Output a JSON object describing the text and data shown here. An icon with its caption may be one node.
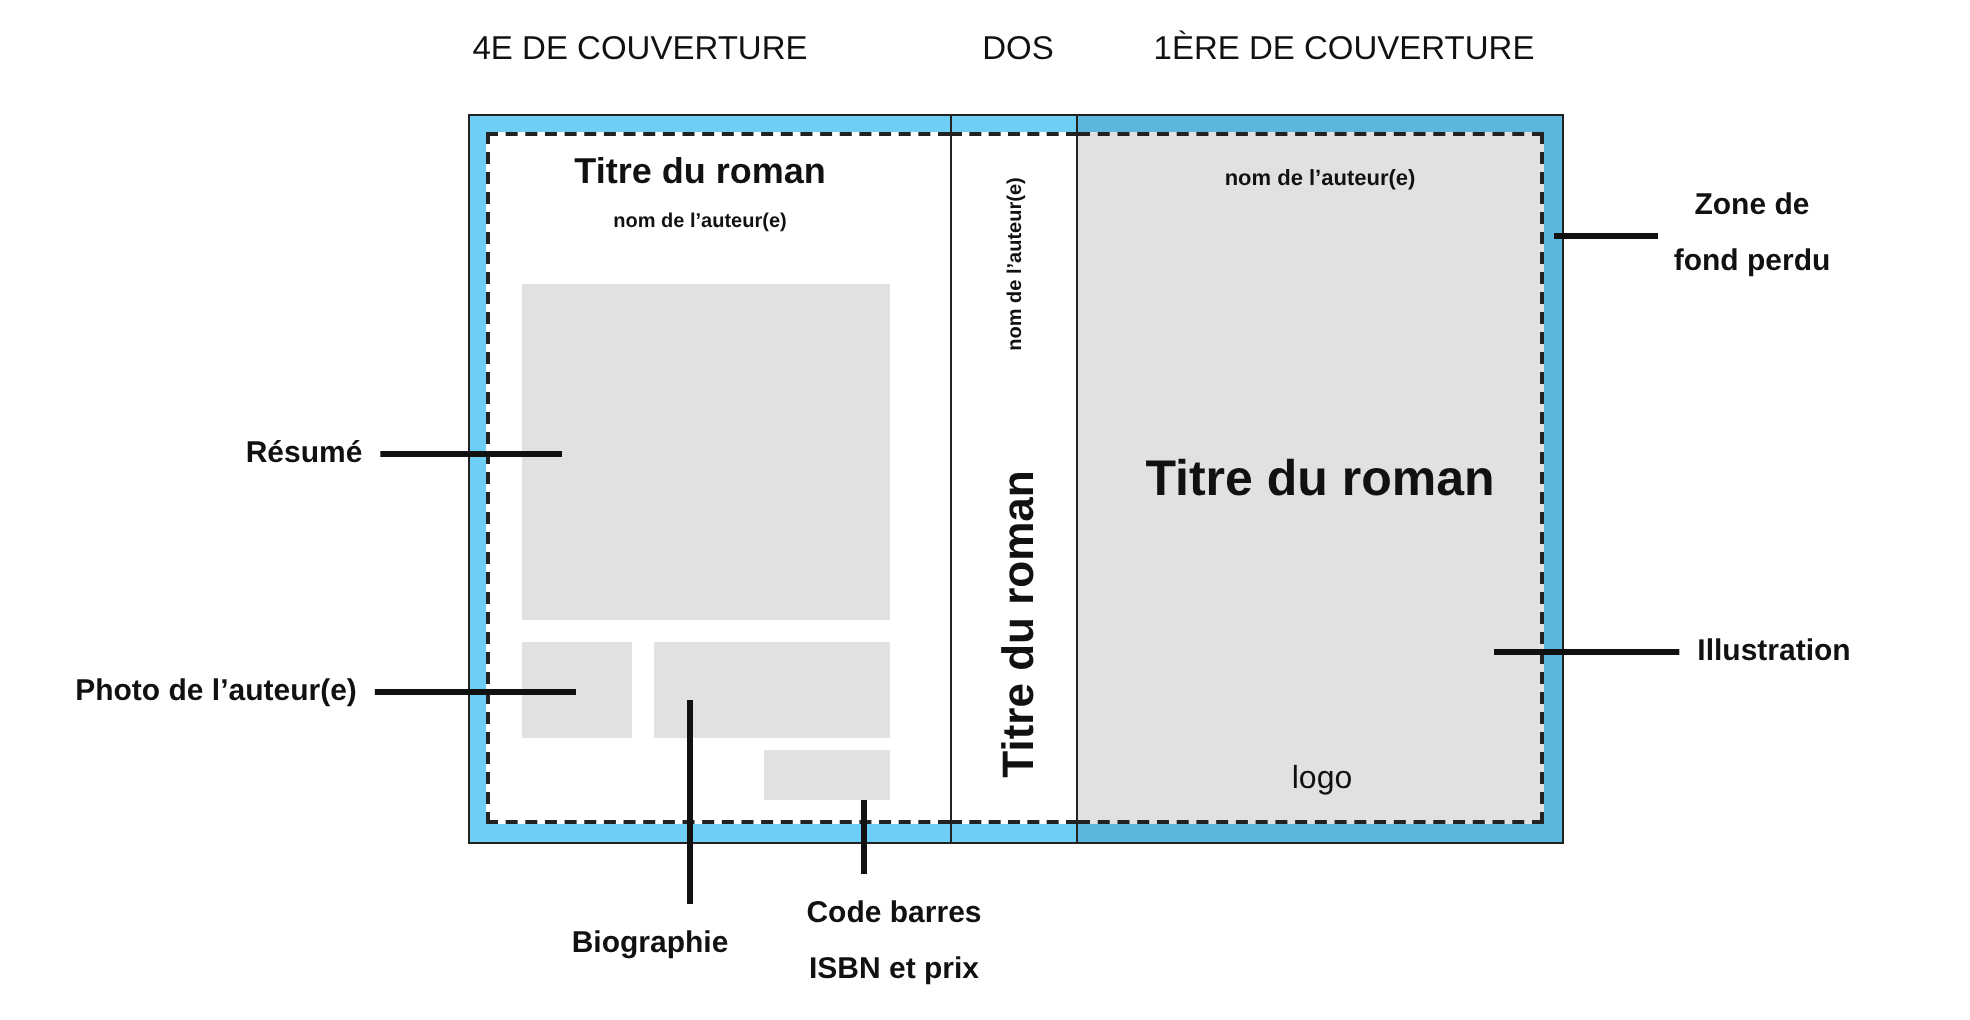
{
  "diagram": {
    "nodes": [
      {
        "text": [],
        "shape": "band"
      },
      {
        "text": [
          "4E DE COUVERTURE",
          "Titre du roman",
          "nom de l’auteur(e)"
        ],
        "in": 0
      },
      {
        "text": [],
        "shape": "box",
        "in": 1
      },
      {
        "text": [],
        "shape": "box",
        "in": 1
      },
      {
        "text": [],
        "shape": "box",
        "in": 1
      },
      {
        "text": [],
        "shape": "box",
        "in": 1
      },
      {
        "text": [
          "DOS",
          "nom de l’auteur(e)",
          "Titre du roman"
        ],
        "in": 0
      },
      {
        "text": [
          "1ÈRE DE COUVERTURE",
          "nom de l’auteur(e)",
          "Titre du roman",
          "logo"
        ],
        "in": 0
      },
      {
        "text": [
          "Zone de fond perdu"
        ]
      },
      {
        "text": [
          "Résumé"
        ]
      },
      {
        "text": [
          "Illustration"
        ]
      },
      {
        "text": [
          "Photo de l’auteur(e)"
        ]
      },
      {
        "text": [
          "Biographie"
        ]
      },
      {
        "text": [
          "Code barres ISBN et prix"
        ]
      }
    ],
    "edges": [
      {
        "from": 8,
        "to": 0,
        "arrow": "none"
      },
      {
        "from": 9,
        "to": 2,
        "arrow": "none"
      },
      {
        "from": 10,
        "to": 7,
        "arrow": "none"
      },
      {
        "from": 11,
        "to": 3,
        "arrow": "none"
      },
      {
        "from": 12,
        "to": 4,
        "arrow": "none"
      },
      {
        "from": 13,
        "to": 5,
        "arrow": "none"
      }
    ]
  }
}
